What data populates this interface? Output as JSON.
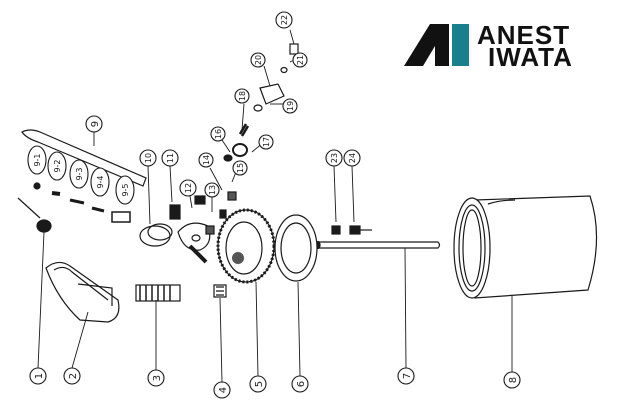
{
  "brand": {
    "line1": "ANEST",
    "line2": "IWATA",
    "colors": {
      "black": "#111111",
      "teal": "#1a7f8c"
    }
  },
  "callouts": {
    "c1": "1",
    "c2": "2",
    "c3": "3",
    "c4": "4",
    "c5": "5",
    "c6": "6",
    "c7": "7",
    "c8": "8",
    "c9": "9",
    "c10": "10",
    "c11": "11",
    "c12": "12",
    "c13": "13",
    "c14": "14",
    "c15": "15",
    "c16": "16",
    "c17": "17",
    "c18": "18",
    "c19": "19",
    "c20": "20",
    "c21": "21",
    "c22": "22",
    "c23": "23",
    "c24": "24",
    "c9_1": "9-1",
    "c9_2": "9-2",
    "c9_3": "9-3",
    "c9_4": "9-4",
    "c9_5": "9-5"
  }
}
